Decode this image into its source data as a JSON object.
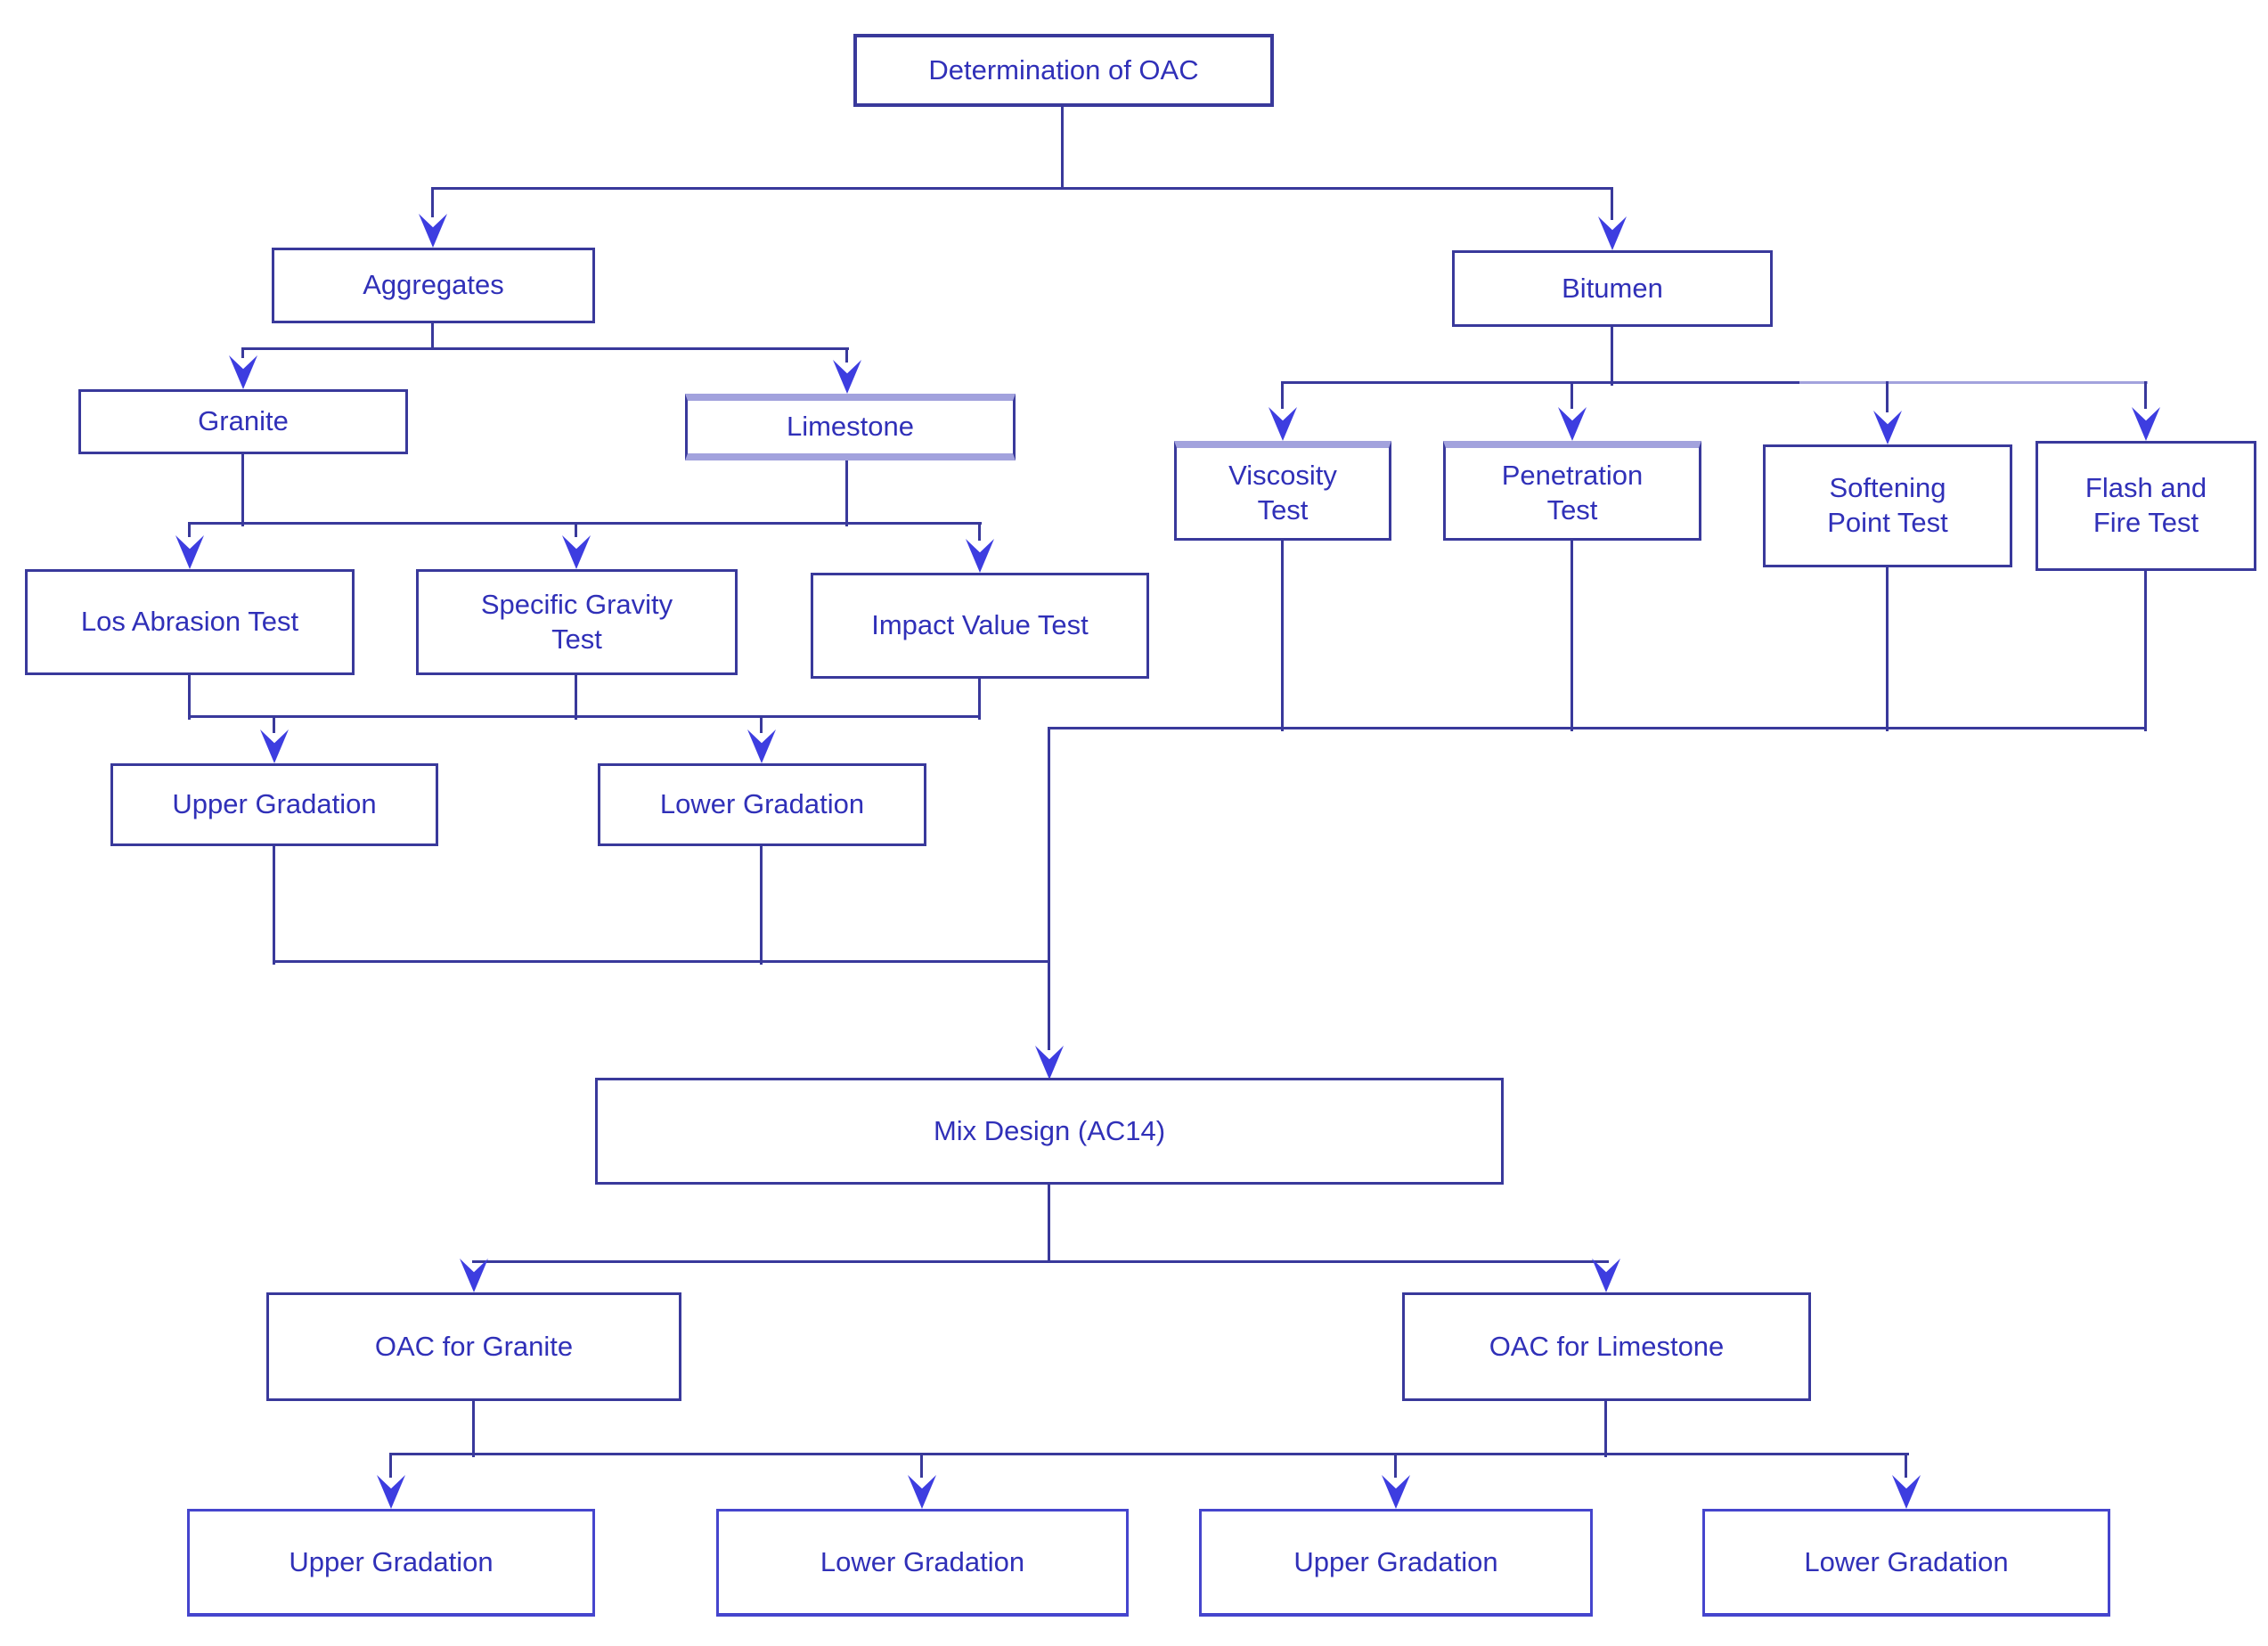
{
  "diagram": {
    "title": "Determination of OAC",
    "colors": {
      "background": "#ffffff",
      "line": "#39399b",
      "box_border": "#39399b",
      "highlight_border": "#a2a2dd",
      "arrowhead": "#3d3de0",
      "text": "#3030b8",
      "bottom_row_border": "#4545cd"
    },
    "nodes": {
      "root": {
        "label": "Determination of OAC"
      },
      "aggregates": {
        "label": "Aggregates"
      },
      "bitumen": {
        "label": "Bitumen"
      },
      "granite": {
        "label": "Granite"
      },
      "limestone": {
        "label": "Limestone"
      },
      "viscosity": {
        "label": "Viscosity\nTest"
      },
      "penetration": {
        "label": "Penetration\nTest"
      },
      "softening": {
        "label": "Softening\nPoint Test"
      },
      "flashfire": {
        "label": "Flash and\nFire Test"
      },
      "losabrasion": {
        "label": "Los Abrasion Test"
      },
      "specificgravity": {
        "label": "Specific Gravity\nTest"
      },
      "impactvalue": {
        "label": "Impact Value Test"
      },
      "uppergrad1": {
        "label": "Upper Gradation"
      },
      "lowergrad1": {
        "label": "Lower Gradation"
      },
      "mixdesign": {
        "label": "Mix Design (AC14)"
      },
      "oacgranite": {
        "label": "OAC for Granite"
      },
      "oaclimestone": {
        "label": "OAC for Limestone"
      },
      "uppergrad2": {
        "label": "Upper Gradation"
      },
      "lowergrad2": {
        "label": "Lower Gradation"
      },
      "uppergrad3": {
        "label": "Upper Gradation"
      },
      "lowergrad3": {
        "label": "Lower Gradation"
      }
    },
    "highlighted_nodes": [
      "limestone",
      "viscosity",
      "penetration"
    ],
    "edges": [
      [
        "root",
        "aggregates"
      ],
      [
        "root",
        "bitumen"
      ],
      [
        "aggregates",
        "granite"
      ],
      [
        "aggregates",
        "limestone"
      ],
      [
        "granite",
        "losabrasion"
      ],
      [
        "granite",
        "specificgravity"
      ],
      [
        "granite",
        "impactvalue"
      ],
      [
        "limestone",
        "losabrasion"
      ],
      [
        "limestone",
        "specificgravity"
      ],
      [
        "limestone",
        "impactvalue"
      ],
      [
        "losabrasion",
        "uppergrad1"
      ],
      [
        "specificgravity",
        "uppergrad1"
      ],
      [
        "impactvalue",
        "uppergrad1"
      ],
      [
        "losabrasion",
        "lowergrad1"
      ],
      [
        "specificgravity",
        "lowergrad1"
      ],
      [
        "impactvalue",
        "lowergrad1"
      ],
      [
        "bitumen",
        "viscosity"
      ],
      [
        "bitumen",
        "penetration"
      ],
      [
        "bitumen",
        "softening"
      ],
      [
        "bitumen",
        "flashfire"
      ],
      [
        "uppergrad1",
        "mixdesign"
      ],
      [
        "lowergrad1",
        "mixdesign"
      ],
      [
        "viscosity",
        "mixdesign"
      ],
      [
        "penetration",
        "mixdesign"
      ],
      [
        "softening",
        "mixdesign"
      ],
      [
        "flashfire",
        "mixdesign"
      ],
      [
        "mixdesign",
        "oacgranite"
      ],
      [
        "mixdesign",
        "oaclimestone"
      ],
      [
        "oacgranite",
        "uppergrad2"
      ],
      [
        "oacgranite",
        "lowergrad2"
      ],
      [
        "oaclimestone",
        "uppergrad3"
      ],
      [
        "oaclimestone",
        "lowergrad3"
      ]
    ]
  }
}
